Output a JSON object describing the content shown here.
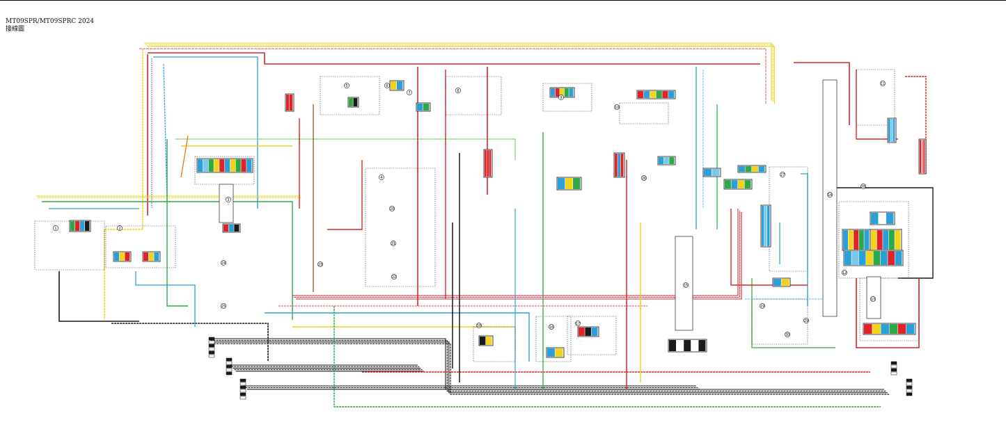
{
  "header": {
    "model": "MT09SPR/MT09SPRC 2024",
    "title": "接線圖"
  },
  "colors": {
    "yellow": "#f2d21b",
    "red": "#e0222a",
    "darkred": "#a31a1e",
    "pink": "#e88a8a",
    "blue": "#2a9fd8",
    "lightblue": "#7cc8ec",
    "green": "#2fa84a",
    "lightgreen": "#8fd07a",
    "black": "#1a1a1a",
    "gray": "#8a8a8a",
    "brown": "#8b5a2b",
    "orange": "#e87a1e"
  },
  "components": [
    "1",
    "2",
    "3",
    "4",
    "5",
    "6",
    "7",
    "8",
    "9",
    "10",
    "11",
    "12",
    "13",
    "14",
    "15",
    "16",
    "17",
    "18",
    "19",
    "20",
    "21",
    "22",
    "23",
    "24",
    "25",
    "26",
    "27",
    "28",
    "29",
    "30"
  ]
}
